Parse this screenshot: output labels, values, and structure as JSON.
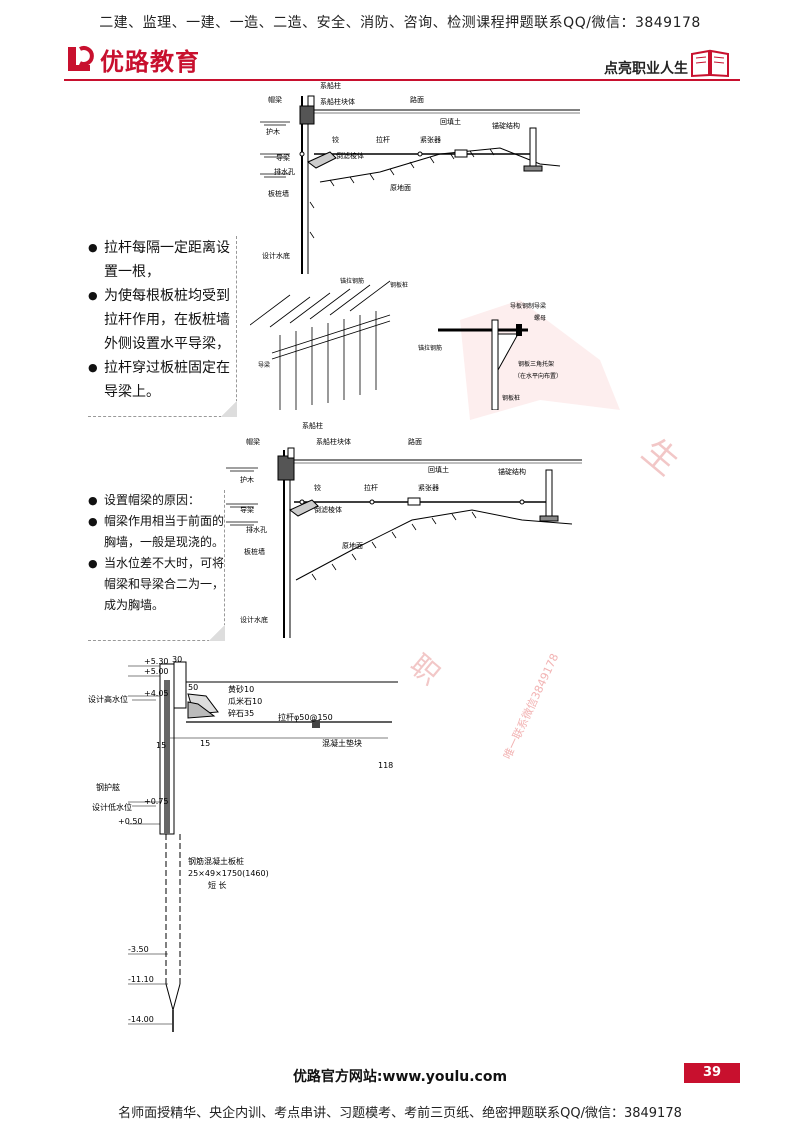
{
  "header": {
    "top_banner": "二建、监理、一建、一造、二造、安全、消防、咨询、检测课程押题联系QQ/微信：3849178",
    "logo_text": "优路教育",
    "slogan": "点亮职业人生"
  },
  "diagram1": {
    "labels": {
      "mooring_post": "系船柱",
      "cap_beam": "帽梁",
      "post_block": "系船柱块体",
      "road": "路面",
      "fender": "护木",
      "backfill": "回填土",
      "anchor": "锚碇结构",
      "hinge": "铰",
      "tie_rod": "拉杆",
      "turnbuckle": "紧张器",
      "filter": "倒滤棱体",
      "wale": "导梁",
      "drain_hole": "排水孔",
      "original_ground": "原地面",
      "sheet_pile_wall": "板桩墙",
      "design_bottom": "设计水底"
    }
  },
  "bullets1": [
    "拉杆每隔一定距离设置一根，",
    "为使每根板桩均受到拉杆作用，在板桩墙外侧设置水平导梁，",
    "拉杆穿过板桩固定在导梁上。"
  ],
  "detail_labels": {
    "anchor_rod": "锚拉钢筋",
    "sheet_pile": "钢板桩",
    "wale": "导梁",
    "wale_beam": "导板钢制导梁",
    "nut": "螺母",
    "rod_right": "锚拉钢筋",
    "bracket": "钢板三角托架",
    "bracket_note": "（在水平向布置）",
    "sheet_pile2": "钢板桩"
  },
  "bullets2": [
    "设置帽梁的原因：",
    "帽梁作用相当于前面的胸墙，一般是现浇的。",
    "当水位差不大时，可将帽梁和导梁合二为一，成为胸墙。"
  ],
  "section": {
    "levels": [
      "+5.30",
      "+5.00",
      "+4.05",
      "+0.75",
      "+0.50",
      "-3.50",
      "-11.10",
      "-14.00"
    ],
    "dim_30": "30",
    "dim_50": "50",
    "dim_15a": "15",
    "dim_15b": "15",
    "dim_118": "118",
    "design_high": "设计高水位",
    "design_low": "设计低水位",
    "coarse_sand": "黄砂10",
    "gravel": "瓜米石10",
    "crushed_stone": "碎石35",
    "tie_rod": "拉杆φ50@150",
    "pad": "混凝土垫块",
    "protection": "钢护舷",
    "pile_name": "钢筋混凝土板桩",
    "pile_spec": "25×49×1750(1460)",
    "pile_len": "短 长"
  },
  "watermarks": {
    "sheng": "生",
    "zhi": "职",
    "contact": "唯一联系微信3849178"
  },
  "footer": {
    "site": "优路官方网站:www.youlu.com",
    "page": "39",
    "bottom_banner": "名师面授精华、央企内训、考点串讲、习题模考、考前三页纸、绝密押题联系QQ/微信：3849178"
  }
}
